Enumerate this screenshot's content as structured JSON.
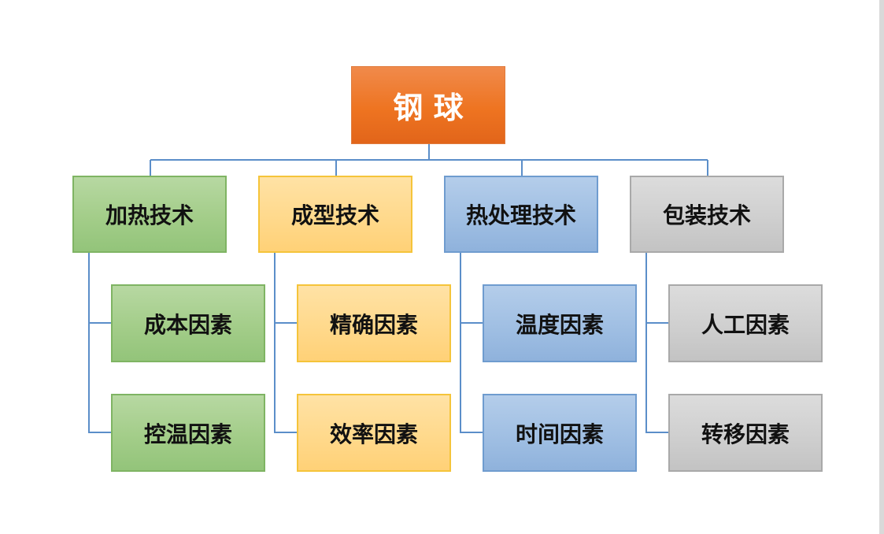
{
  "root": {
    "label": "钢 球"
  },
  "branches": [
    {
      "label": "加热技术",
      "color": "#a3cd89",
      "children": [
        "成本因素",
        "控温因素"
      ]
    },
    {
      "label": "成型技术",
      "color": "#ffd98c",
      "children": [
        "精确因素",
        "效率因素"
      ]
    },
    {
      "label": "热处理技术",
      "color": "#a0bfe3",
      "children": [
        "温度因素",
        "时间因素"
      ]
    },
    {
      "label": "包装技术",
      "color": "#cfcfcf",
      "children": [
        "人工因素",
        "转移因素"
      ]
    }
  ],
  "colors": {
    "root": "#ee7421",
    "connector": "#4f81bd"
  }
}
